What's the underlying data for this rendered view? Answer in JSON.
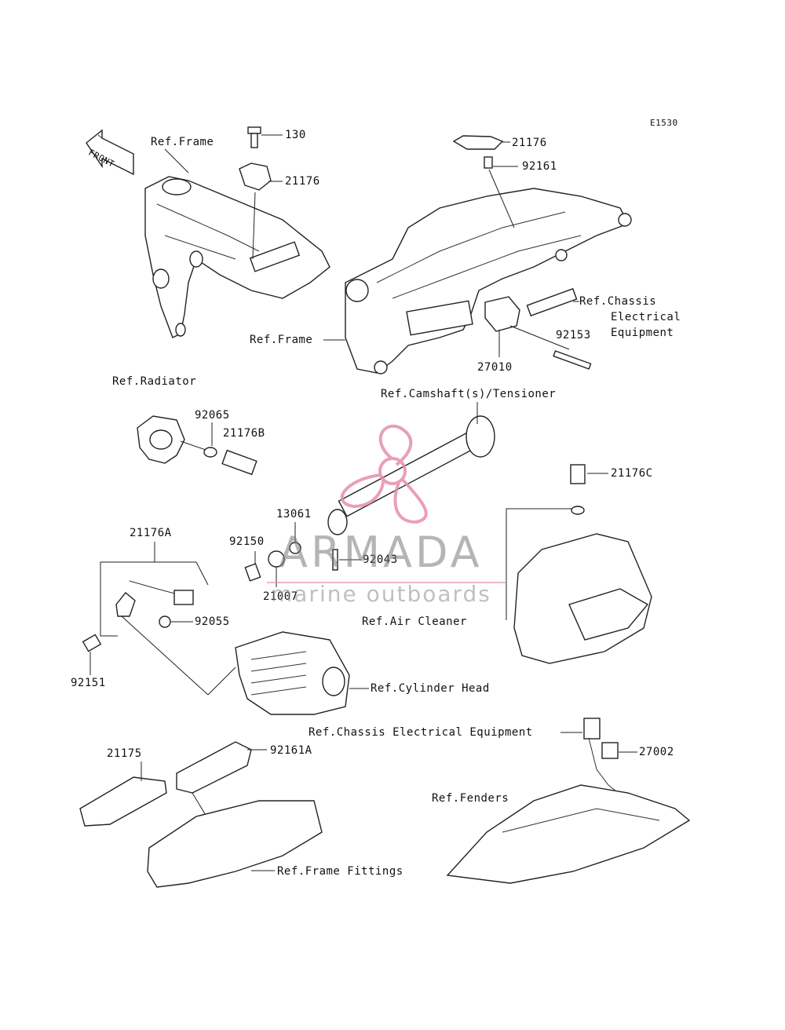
{
  "diagram_code": "E1530",
  "front_arrow_text": "FRONT",
  "labels": {
    "p130": "130",
    "p21176_top_left": "21176",
    "ref_frame_top": "Ref.Frame",
    "p21176_top_right": "21176",
    "p92161": "92161",
    "ref_chassis_1": "Ref.Chassis",
    "ref_chassis_2": "Electrical",
    "ref_chassis_3": "Equipment",
    "p92153": "92153",
    "ref_frame_mid": "Ref.Frame",
    "p27010": "27010",
    "ref_radiator": "Ref.Radiator",
    "ref_camshaft": "Ref.Camshaft(s)/Tensioner",
    "p92065": "92065",
    "p21176B": "21176B",
    "p21176C": "21176C",
    "p13061": "13061",
    "p21176A": "21176A",
    "p92150": "92150",
    "p92043": "92043",
    "p21007": "21007",
    "p92055": "92055",
    "ref_air_cleaner": "Ref.Air Cleaner",
    "p92151": "92151",
    "ref_cylinder_head": "Ref.Cylinder Head",
    "ref_chassis_bottom": "Ref.Chassis Electrical Equipment",
    "p21175": "21175",
    "p92161A": "92161A",
    "p27002": "27002",
    "ref_fenders": "Ref.Fenders",
    "ref_frame_fittings": "Ref.Frame Fittings"
  },
  "watermark": {
    "brand": "ARMADA",
    "tagline": "marine outboards",
    "logo_color": "#e58fb0"
  }
}
